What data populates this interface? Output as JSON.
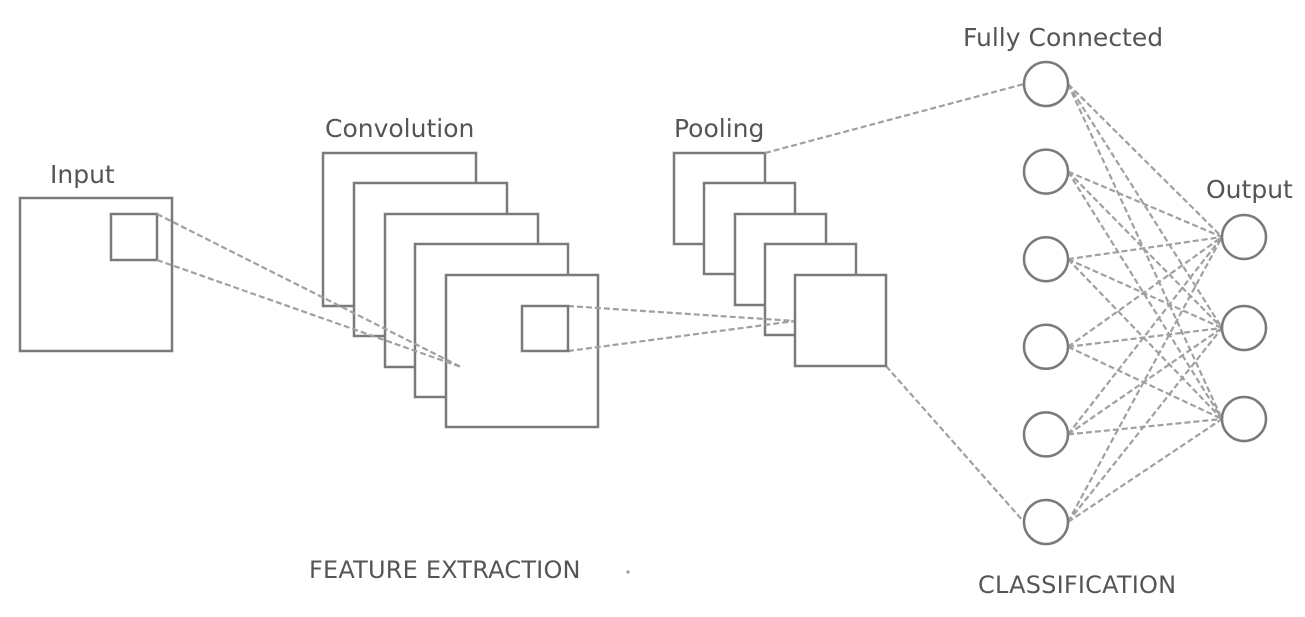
{
  "labels": {
    "input": "Input",
    "convolution": "Convolution",
    "pooling": "Pooling",
    "fully_connected": "Fully Connected",
    "output": "Output",
    "feature_extraction": "FEATURE EXTRACTION",
    "classification": "CLASSIFICATION"
  },
  "colors": {
    "stroke": "#7a7a7a",
    "dashed_link": "#a0a0a0",
    "text": "#555555",
    "background": "#ffffff"
  },
  "layers": {
    "convolution_maps": 5,
    "pooling_maps": 5,
    "fully_connected_neurons": 6,
    "output_neurons": 3
  }
}
